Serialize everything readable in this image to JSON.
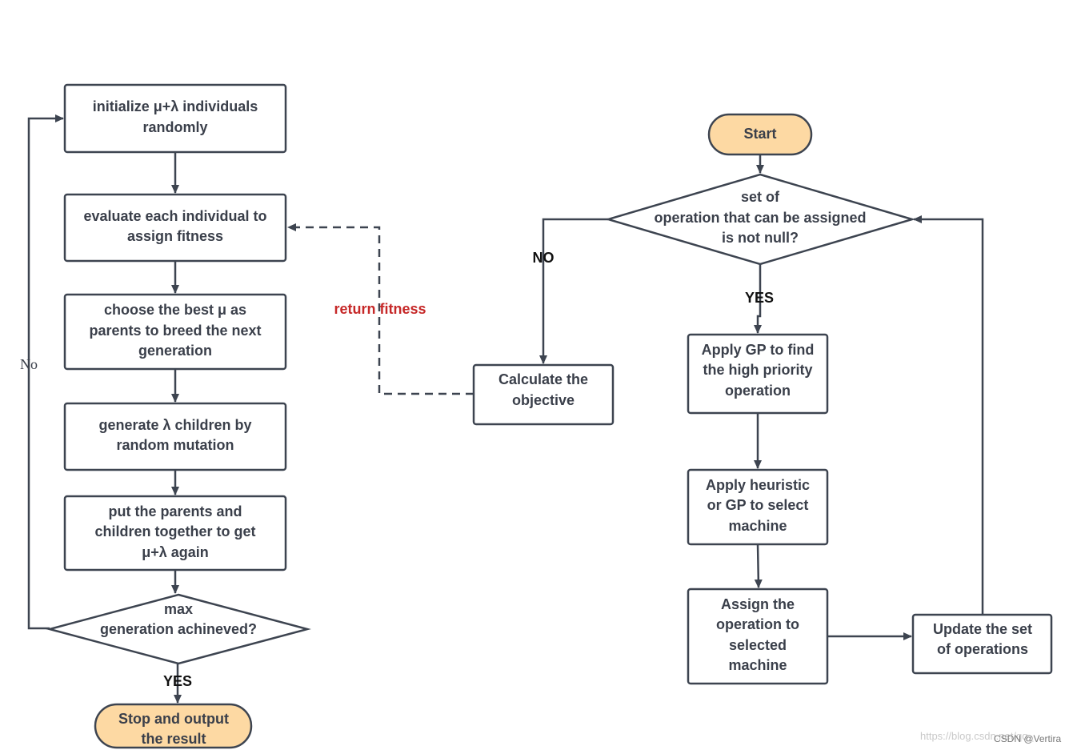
{
  "left_flow": {
    "init_box": [
      "initialize μ+λ individuals",
      "randomly"
    ],
    "evaluate_box": [
      "evaluate each individual to",
      "assign fitness"
    ],
    "choose_box": [
      "choose the best μ as",
      "parents to breed the next",
      "generation"
    ],
    "generate_box": [
      "generate λ children by",
      "random mutation"
    ],
    "put_box": [
      "put the parents and",
      "children together to get",
      "μ+λ  again"
    ],
    "max_decision": [
      "max",
      "generation achineved?"
    ],
    "no_label": "No",
    "yes_label": "YES",
    "stop_terminal": [
      "Stop and output",
      "the result"
    ]
  },
  "middle": {
    "return_label": "return fitness",
    "calc_box": [
      "Calculate the",
      "objective"
    ],
    "no_label": "NO"
  },
  "right_flow": {
    "start_terminal": "Start",
    "set_decision": [
      "set of",
      "operation that can be assigned",
      "is not  null?"
    ],
    "yes_label": "YES",
    "gp_box": [
      "Apply GP to find",
      "the high priority",
      "operation"
    ],
    "heuristic_box": [
      "Apply  heuristic",
      "or GP to  select",
      "machine"
    ],
    "assign_box": [
      "Assign the",
      "operation  to",
      "selected",
      "machine"
    ],
    "update_box": [
      "Update the set",
      "of operations"
    ]
  },
  "watermark": {
    "url": "https://blog.csdn.net/qq_",
    "credit": "CSDN @Vertira"
  },
  "colors": {
    "terminal_fill": "#fdd9a3",
    "stroke": "#3d4450",
    "return_label": "#c62828"
  }
}
